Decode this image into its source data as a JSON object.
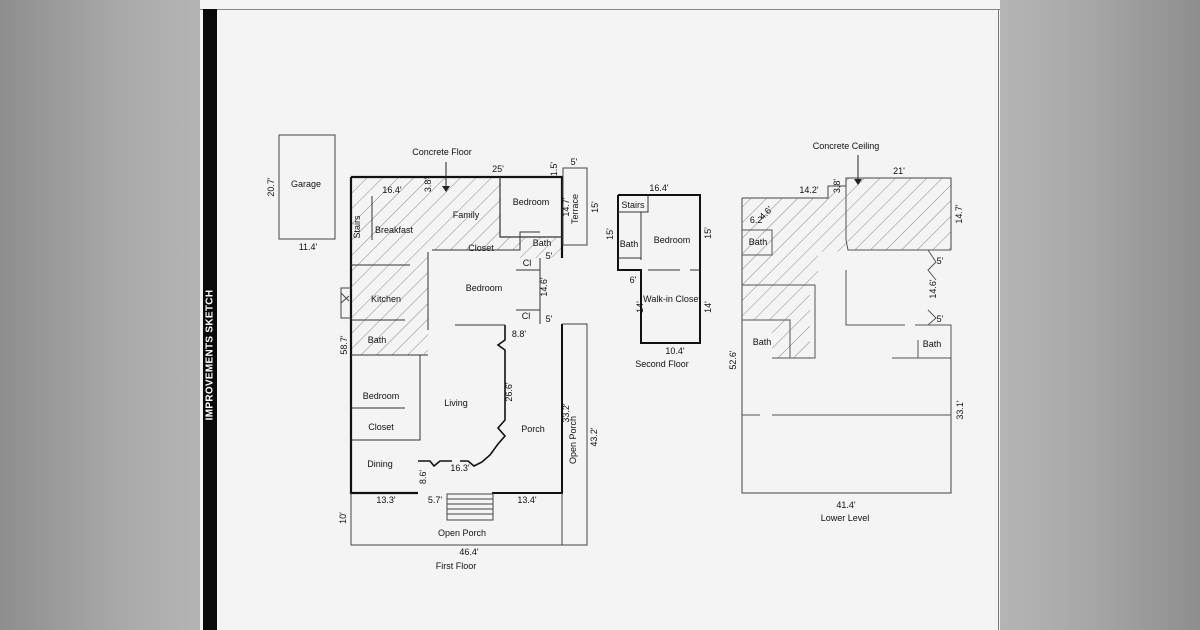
{
  "side_title": "IMPROVEMENTS SKETCH",
  "garage": {
    "label": "Garage",
    "dim_side": "20.7'",
    "dim_bottom": "11.4'"
  },
  "first_floor": {
    "title": "First Floor",
    "callout": "Concrete Floor",
    "rooms": {
      "breakfast": "Breakfast",
      "family": "Family",
      "bedroom_top": "Bedroom",
      "stairs": "Stairs",
      "closet_top": "Closet",
      "bath_top": "Bath",
      "terrace": "Terrace",
      "kitchen": "Kitchen",
      "bedroom_mid": "Bedroom",
      "cl_top": "Cl",
      "cl_bottom": "Cl",
      "bath_left": "Bath",
      "bedroom_left": "Bedroom",
      "closet_left": "Closet",
      "living": "Living",
      "porch": "Porch",
      "dining": "Dining",
      "open_porch_right": "Open Porch",
      "open_porch_bottom": "Open Porch"
    },
    "dims": {
      "d16_4": "16.4'",
      "d3_8": "3.8'",
      "d25": "25'",
      "d1_5": "1.5'",
      "d5_terrace_top": "5'",
      "d15_terrace": "15'",
      "d14_7": "14.7'",
      "d5_a": "5'",
      "d14_6": "14.6'",
      "d5_b": "5'",
      "d58_7": "58.7'",
      "d8_8": "8.8'",
      "d26_6": "26.6'",
      "d33_2": "33.2'",
      "d43_2": "43.2'",
      "d16_3": "16.3'",
      "d8_6": "8.6'",
      "d13_3": "13.3'",
      "d5_7": "5.7'",
      "d13_4": "13.4'",
      "d10": "10'",
      "d46_4": "46.4'"
    }
  },
  "second_floor": {
    "title": "Second Floor",
    "rooms": {
      "stairs": "Stairs",
      "bath": "Bath",
      "bedroom": "Bedroom",
      "walkin": "Walk-in Closet"
    },
    "dims": {
      "d16_4": "16.4'",
      "d15_left": "15'",
      "d15_right": "15'",
      "d6": "6'",
      "d14_left": "14'",
      "d14_right": "14'",
      "d10_4": "10.4'"
    }
  },
  "lower_level": {
    "title": "Lower Level",
    "callout": "Concrete Ceiling",
    "rooms": {
      "bath_a": "Bath",
      "bath_b": "Bath",
      "bath_c": "Bath"
    },
    "dims": {
      "d14_2": "14.2'",
      "d3_8": "3.8'",
      "d21": "21'",
      "d14_7": "14.7'",
      "d6_2": "6.2'",
      "d4_6": "4.6'",
      "d5_a": "5'",
      "d14_6": "14.6'",
      "d5_b": "5'",
      "d52_6": "52.6'",
      "d33_1": "33.1'",
      "d41_4": "41.4'"
    }
  }
}
